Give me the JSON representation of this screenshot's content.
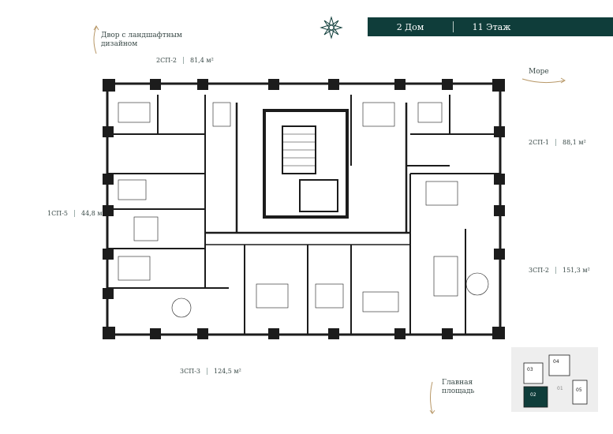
{
  "header": {
    "house": "2 Дом",
    "floor": "11 Этаж",
    "bg_color": "#0f3d3a"
  },
  "logo": {
    "icon": "compass-star-icon"
  },
  "orientation": {
    "yard": "Двор с ландшафтным дизайном",
    "sea": "Море",
    "square": "Главная площадь"
  },
  "units": [
    {
      "code": "2СП-2",
      "area": "81,4 м²"
    },
    {
      "code": "2СП-1",
      "area": "88,1 м²"
    },
    {
      "code": "1СП-5",
      "area": "44,8 м²"
    },
    {
      "code": "3СП-2",
      "area": "151,3 м²"
    },
    {
      "code": "3СП-3",
      "area": "124,5 м²"
    }
  ],
  "key_plan": {
    "blocks": [
      "01",
      "02",
      "03",
      "04",
      "05"
    ]
  },
  "colors": {
    "wall": "#1c1c1c",
    "accent": "#b89868",
    "text": "#3a4a48"
  }
}
